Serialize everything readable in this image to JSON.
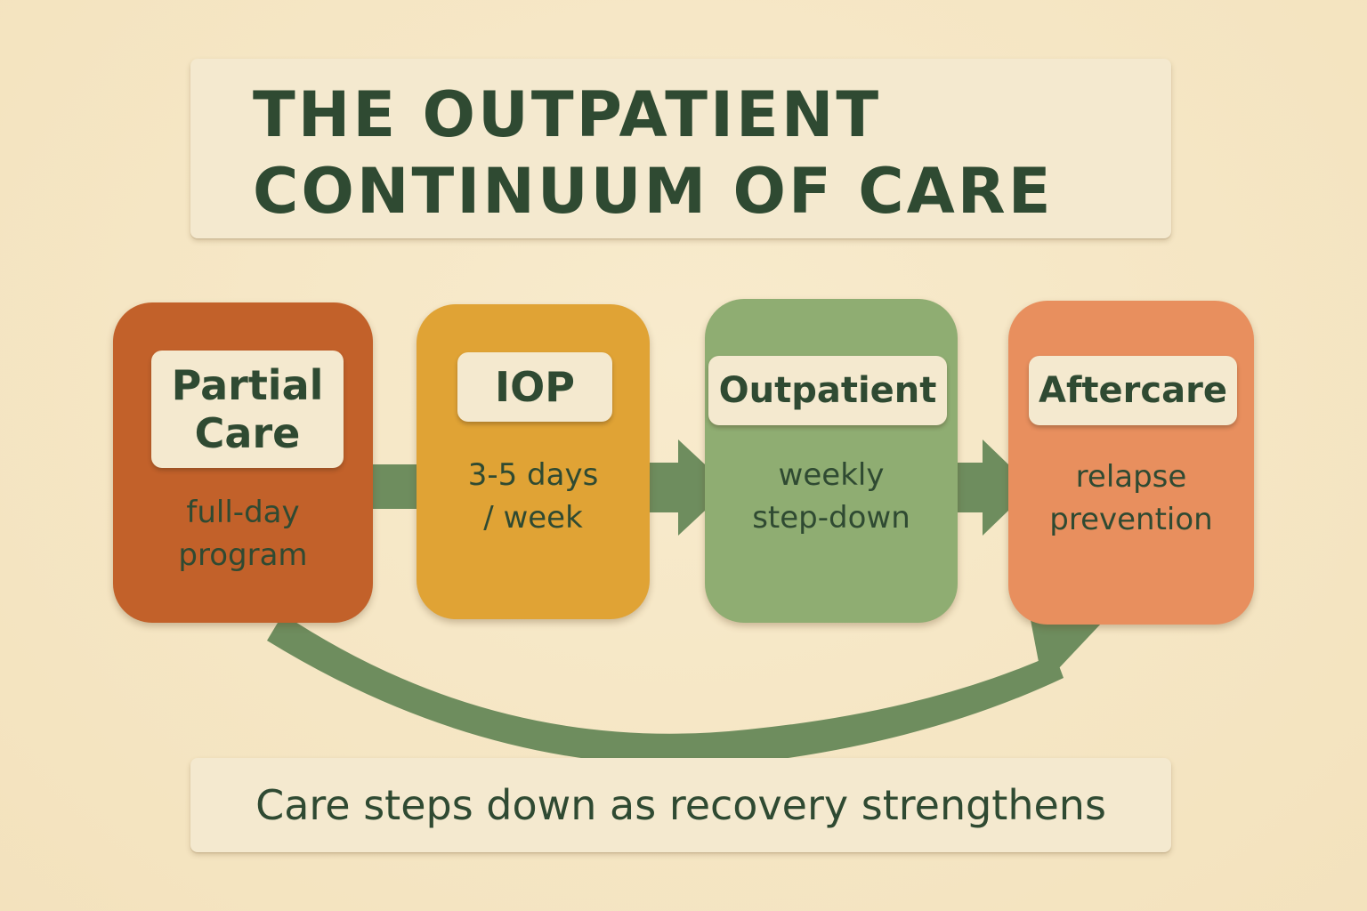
{
  "title": {
    "line1": "THE OUTPATIENT",
    "line2": "CONTINUUM OF CARE"
  },
  "stages": [
    {
      "label": "Partial Care",
      "label_line1": "Partial",
      "label_line2": "Care",
      "desc_line1": "full-day",
      "desc_line2": "program",
      "color": "#c2612a"
    },
    {
      "label": "IOP",
      "desc_line1": "3-5 days",
      "desc_line2": "/ week",
      "color": "#e0a335"
    },
    {
      "label": "Outpatient",
      "desc_line1": "weekly",
      "desc_line2": "step-down",
      "color": "#8fad72"
    },
    {
      "label": "Aftercare",
      "desc_line1": "relapse",
      "desc_line2": "prevention",
      "color": "#e88f5e"
    }
  ],
  "footer": {
    "text": "Care steps down as recovery strengthens"
  },
  "colors": {
    "background": "#f6e7c6",
    "arrow": "#6e8d5e",
    "text": "#2f4a32",
    "panel": "#f4e9cf"
  }
}
